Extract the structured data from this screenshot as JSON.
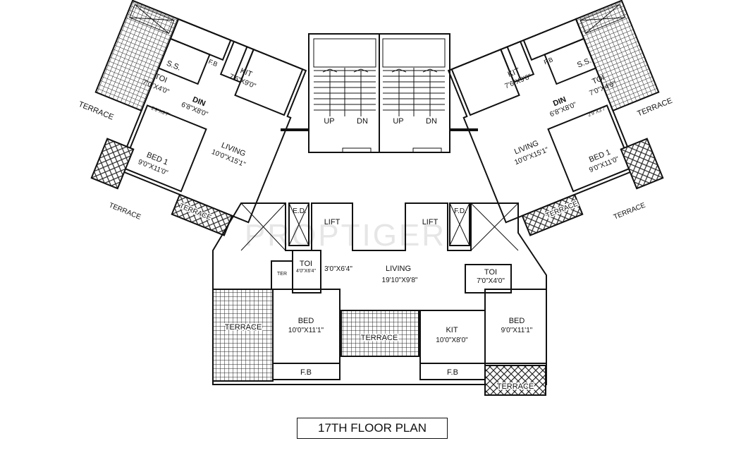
{
  "caption": "17TH  FLOOR PLAN",
  "watermark": "PROPTIGER",
  "colors": {
    "line": "#111111",
    "background": "#ffffff",
    "watermark": "#e6e6e6"
  },
  "stair": {
    "up1": "UP",
    "dn1": "DN",
    "up2": "UP",
    "dn2": "DN"
  },
  "left_wing": {
    "ss": "S.S.",
    "fb": "F.B",
    "toi": "TOI",
    "toi_dim": "7'0\"X4'0\"",
    "kit": "KIT",
    "kit_dim": "7'6\"X9'0\"",
    "din": "DIN",
    "din_dim": "6'8\"X8'0\"",
    "passage_dim": "2'9\"X3'7\"",
    "terrace_top": "TERRACE",
    "living": "LIVING",
    "living_dim": "10'0\"X15'1\"",
    "bed": "BED 1",
    "bed_dim": "9'0\"X11'0\"",
    "terrace_a": "TERRACE",
    "terrace_b": "TERRACE"
  },
  "right_wing": {
    "ss": "S.S.",
    "fb": "F.B",
    "toi": "TOI",
    "toi_dim": "7'0\"X4'0\"",
    "kit": "KIT",
    "kit_dim": "7'6\"X9'0\"",
    "din": "DIN",
    "din_dim": "6'8\"X8'0\"",
    "passage_dim": "2'9\"X3'7\"",
    "terrace_top": "TERRACE",
    "living": "LIVING",
    "living_dim": "10'0\"X15'1\"",
    "bed": "BED 1",
    "bed_dim": "9'0\"X11'0\"",
    "terrace_a": "TERRACE",
    "terrace_b": "TERRACE"
  },
  "core": {
    "ed_left": "E.D.",
    "lift_left": "LIFT",
    "lift_right": "LIFT",
    "ed_right": "F.D.",
    "toi_left": "TOI",
    "toi_left_dim": "4'0\"X6'4\"",
    "ter": "TER",
    "passage_dim": "3'0\"X6'4\"",
    "living": "LIVING",
    "living_dim": "19'10\"X9'8\"",
    "toi_right": "TOI",
    "toi_right_dim": "7'0\"X4'0\"",
    "terrace_left": "TERRACE",
    "bed_left": "BED",
    "bed_left_dim": "10'0\"X11'1\"",
    "terrace_center": "TERRACE",
    "kit": "KIT",
    "kit_dim": "10'0\"X8'0\"",
    "bed_right": "BED",
    "bed_right_dim": "9'0\"X11'1\"",
    "fb_left": "F.B",
    "fb_right": "F.B",
    "terrace_right": "TERRACE"
  }
}
